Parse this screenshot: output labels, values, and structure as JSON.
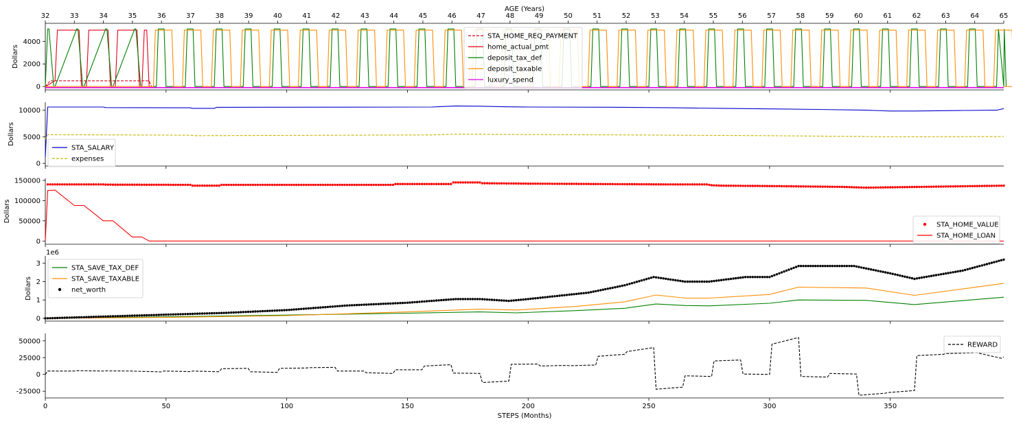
{
  "colors": {
    "STA_HOME_REQ_PAYMENT": "#e0001a",
    "home_actual_pmt": "#e0001a",
    "deposit_tax_def": "#008000",
    "deposit_taxable": "#ff8c00",
    "luxury_spend": "#e000e0",
    "STA_SALARY": "#0000cc",
    "expenses": "#c8b400",
    "STA_HOME_VALUE": "#ff0000",
    "STA_HOME_LOAN": "#ff0000",
    "STA_SAVE_TAX_DEF": "#008000",
    "STA_SAVE_TAXABLE": "#ff8c00",
    "net_worth": "#000000",
    "REWARD": "#000000"
  },
  "chart_data": [
    {
      "type": "line",
      "panel": 1,
      "ylabel": "Dollars",
      "top_xlabel": "AGE (Years)",
      "top_xticks": [
        "32",
        "33",
        "34",
        "35",
        "36",
        "37",
        "38",
        "39",
        "40",
        "41",
        "42",
        "43",
        "44",
        "45",
        "46",
        "47",
        "48",
        "49",
        "50",
        "51",
        "52",
        "53",
        "54",
        "55",
        "56",
        "57",
        "58",
        "59",
        "60",
        "61",
        "62",
        "63",
        "64",
        "65"
      ],
      "xlim": [
        0,
        397
      ],
      "ylim": [
        -300,
        5600
      ],
      "yticks": [
        "0",
        "2000",
        "4000"
      ],
      "legend_position": "top-center",
      "legend": [
        "STA_HOME_REQ_PAYMENT",
        "home_actual_pmt",
        "deposit_tax_def",
        "deposit_taxable",
        "luxury_spend"
      ],
      "notes": "Monthly series alternating between ~0 and ~5000; red in first 44 months, green/orange alternate afterwards; magenta flat at ~ -100."
    },
    {
      "type": "line",
      "panel": 2,
      "ylabel": "Dollars",
      "xlim": [
        0,
        397
      ],
      "ylim": [
        -500,
        11500
      ],
      "yticks": [
        "0",
        "5000",
        "10000"
      ],
      "legend_position": "lower-left",
      "legend": [
        "STA_SALARY",
        "expenses"
      ],
      "series": [
        {
          "name": "STA_SALARY",
          "x": [
            0,
            1,
            24,
            25,
            60,
            61,
            70,
            71,
            160,
            170,
            180,
            190,
            200,
            240,
            260,
            280,
            300,
            320,
            340,
            350,
            360,
            380,
            394,
            397
          ],
          "y": [
            1200,
            10600,
            10600,
            10500,
            10450,
            10350,
            10350,
            10550,
            10600,
            10800,
            10750,
            10650,
            10600,
            10550,
            10450,
            10350,
            10250,
            10150,
            10000,
            9850,
            9850,
            9950,
            10000,
            10300
          ]
        },
        {
          "name": "expenses",
          "x": [
            0,
            1,
            60,
            62,
            160,
            170,
            190,
            240,
            300,
            340,
            350,
            397
          ],
          "y": [
            4500,
            5400,
            5300,
            5200,
            5350,
            5500,
            5450,
            5350,
            5200,
            5050,
            5000,
            5050
          ]
        }
      ]
    },
    {
      "type": "scatter_line",
      "panel": 3,
      "ylabel": "Dollars",
      "xlim": [
        0,
        397
      ],
      "ylim": [
        -8000,
        155000
      ],
      "yticks": [
        "0",
        "50000",
        "100000",
        "150000"
      ],
      "legend_position": "lower-right",
      "legend": [
        "STA_HOME_VALUE",
        "STA_HOME_LOAN"
      ],
      "series": [
        {
          "name": "STA_HOME_VALUE",
          "x": [
            0,
            1,
            24,
            25,
            60,
            61,
            72,
            73,
            144,
            145,
            168,
            169,
            180,
            181,
            200,
            260,
            274,
            276,
            280,
            300,
            330,
            340,
            397
          ],
          "y": [
            0,
            140000,
            140000,
            139500,
            139000,
            137000,
            137000,
            139000,
            139000,
            141000,
            141000,
            145000,
            145000,
            143000,
            142000,
            140000,
            140000,
            138000,
            137000,
            136000,
            134000,
            132000,
            137000
          ]
        },
        {
          "name": "STA_HOME_LOAN",
          "x": [
            0,
            1,
            4,
            12,
            16,
            24,
            28,
            36,
            40,
            43,
            397
          ],
          "y": [
            0,
            125000,
            126000,
            88000,
            88000,
            50000,
            50000,
            10000,
            10000,
            0,
            0
          ]
        }
      ]
    },
    {
      "type": "line",
      "panel": 4,
      "ylabel": "Dollars",
      "scale_label": "1e6",
      "xlim": [
        0,
        397
      ],
      "ylim": [
        -0.15,
        3.4
      ],
      "yticks": [
        "0",
        "1",
        "2",
        "3"
      ],
      "legend_position": "upper-left",
      "legend": [
        "STA_SAVE_TAX_DEF",
        "STA_SAVE_TAXABLE",
        "net_worth"
      ],
      "series": [
        {
          "name": "STA_SAVE_TAX_DEF",
          "x": [
            0,
            50,
            100,
            150,
            180,
            195,
            220,
            240,
            253,
            265,
            275,
            300,
            312,
            340,
            360,
            397
          ],
          "y": [
            0,
            0.08,
            0.18,
            0.28,
            0.35,
            0.3,
            0.42,
            0.55,
            0.78,
            0.7,
            0.68,
            0.82,
            1.0,
            0.98,
            0.75,
            1.15
          ]
        },
        {
          "name": "STA_SAVE_TAXABLE",
          "x": [
            0,
            50,
            100,
            150,
            180,
            195,
            220,
            240,
            253,
            265,
            275,
            300,
            312,
            340,
            360,
            397
          ],
          "y": [
            0,
            0.05,
            0.15,
            0.35,
            0.5,
            0.45,
            0.65,
            0.9,
            1.27,
            1.1,
            1.1,
            1.3,
            1.7,
            1.65,
            1.25,
            1.9
          ]
        },
        {
          "name": "net_worth",
          "x": [
            0,
            25,
            50,
            75,
            100,
            125,
            150,
            170,
            180,
            192,
            200,
            225,
            240,
            252,
            265,
            275,
            290,
            300,
            312,
            335,
            350,
            360,
            380,
            397
          ],
          "y": [
            0,
            0.1,
            0.2,
            0.3,
            0.45,
            0.7,
            0.85,
            1.05,
            1.05,
            0.95,
            1.05,
            1.4,
            1.8,
            2.25,
            2.0,
            2.0,
            2.25,
            2.25,
            2.85,
            2.85,
            2.45,
            2.15,
            2.6,
            3.2
          ]
        }
      ]
    },
    {
      "type": "line",
      "panel": 5,
      "xlabel": "STEPS (Months)",
      "xlim": [
        0,
        397
      ],
      "ylim": [
        -35000,
        61000
      ],
      "yticks": [
        "-25000",
        "0",
        "25000",
        "50000"
      ],
      "xticks": [
        "0",
        "50",
        "100",
        "150",
        "200",
        "250",
        "300",
        "350"
      ],
      "legend_position": "upper-right",
      "legend": [
        "REWARD"
      ],
      "series": [
        {
          "name": "REWARD",
          "x": [
            0,
            1,
            12,
            13,
            24,
            25,
            36,
            37,
            48,
            49,
            60,
            61,
            72,
            73,
            84,
            85,
            96,
            97,
            108,
            109,
            120,
            121,
            132,
            133,
            144,
            145,
            156,
            157,
            168,
            169,
            180,
            181,
            192,
            193,
            204,
            205,
            216,
            217,
            228,
            229,
            240,
            241,
            252,
            253,
            264,
            265,
            276,
            277,
            288,
            289,
            300,
            301,
            312,
            313,
            324,
            325,
            336,
            337,
            348,
            349,
            360,
            361,
            372,
            373,
            384,
            385,
            396,
            397
          ],
          "y": [
            0,
            5000,
            5000,
            5500,
            5000,
            5200,
            5000,
            4800,
            3800,
            5000,
            4200,
            5000,
            4000,
            8500,
            9000,
            4000,
            3000,
            9000,
            9500,
            10000,
            10500,
            5000,
            5000,
            2500,
            1500,
            7000,
            7000,
            12500,
            14500,
            2000,
            1500,
            -12000,
            -10000,
            15000,
            15500,
            12500,
            13500,
            13000,
            14000,
            27000,
            30000,
            34000,
            40000,
            -22000,
            -19000,
            -2000,
            -3000,
            20000,
            21500,
            500,
            0,
            45000,
            55000,
            -3000,
            -4000,
            1500,
            500,
            -31000,
            -28000,
            -27000,
            -24000,
            28000,
            30000,
            31000,
            32000,
            33000,
            24000,
            26000
          ]
        }
      ]
    }
  ]
}
